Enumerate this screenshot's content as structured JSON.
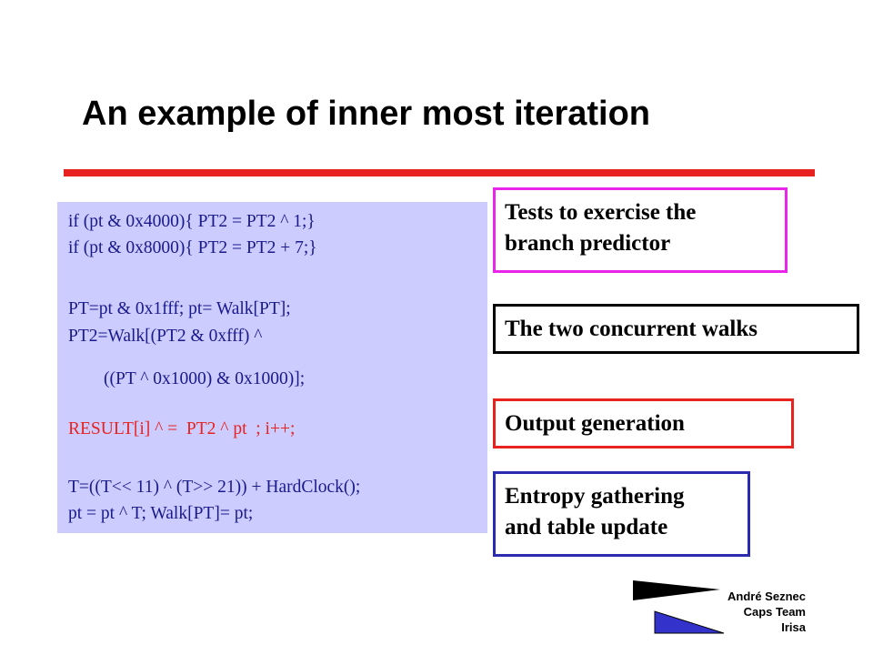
{
  "slide": {
    "title": "An example of inner most iteration",
    "code_lines": [
      "if (pt & 0x4000){ PT2 = PT2 ^ 1;}",
      "if (pt & 0x8000){ PT2 = PT2 + 7;}",
      "PT=pt & 0x1fff; pt= Walk[PT];",
      "PT2=Walk[(PT2 & 0xfff) ^",
      "        ((PT ^ 0x1000) & 0x1000)];",
      "RESULT[i] ^ =  PT2 ^ pt  ; i++;",
      "T=((T<< 11) ^ (T>> 21)) + HardClock();",
      "pt = pt ^ T; Walk[PT]= pt;"
    ],
    "boxes": {
      "tests": [
        "Tests to exercise the",
        "branch predictor"
      ],
      "walks": [
        "The two concurrent walks"
      ],
      "output": [
        "Output generation"
      ],
      "entropy": [
        "Entropy gathering",
        "and table update"
      ]
    },
    "colors": {
      "rule": "#e8221e",
      "code_bg": "#ccccff",
      "code_text": "#1a1a8c",
      "code_highlight": "#e8221e",
      "tests_border": "#e925e9",
      "walks_border": "#000000",
      "output_border": "#e8221e",
      "entropy_border": "#2b2bb0"
    }
  },
  "footer": {
    "credit": [
      "André Seznec",
      "Caps Team",
      "Irisa"
    ],
    "logo_icon": "irisa-arrows-icon"
  }
}
